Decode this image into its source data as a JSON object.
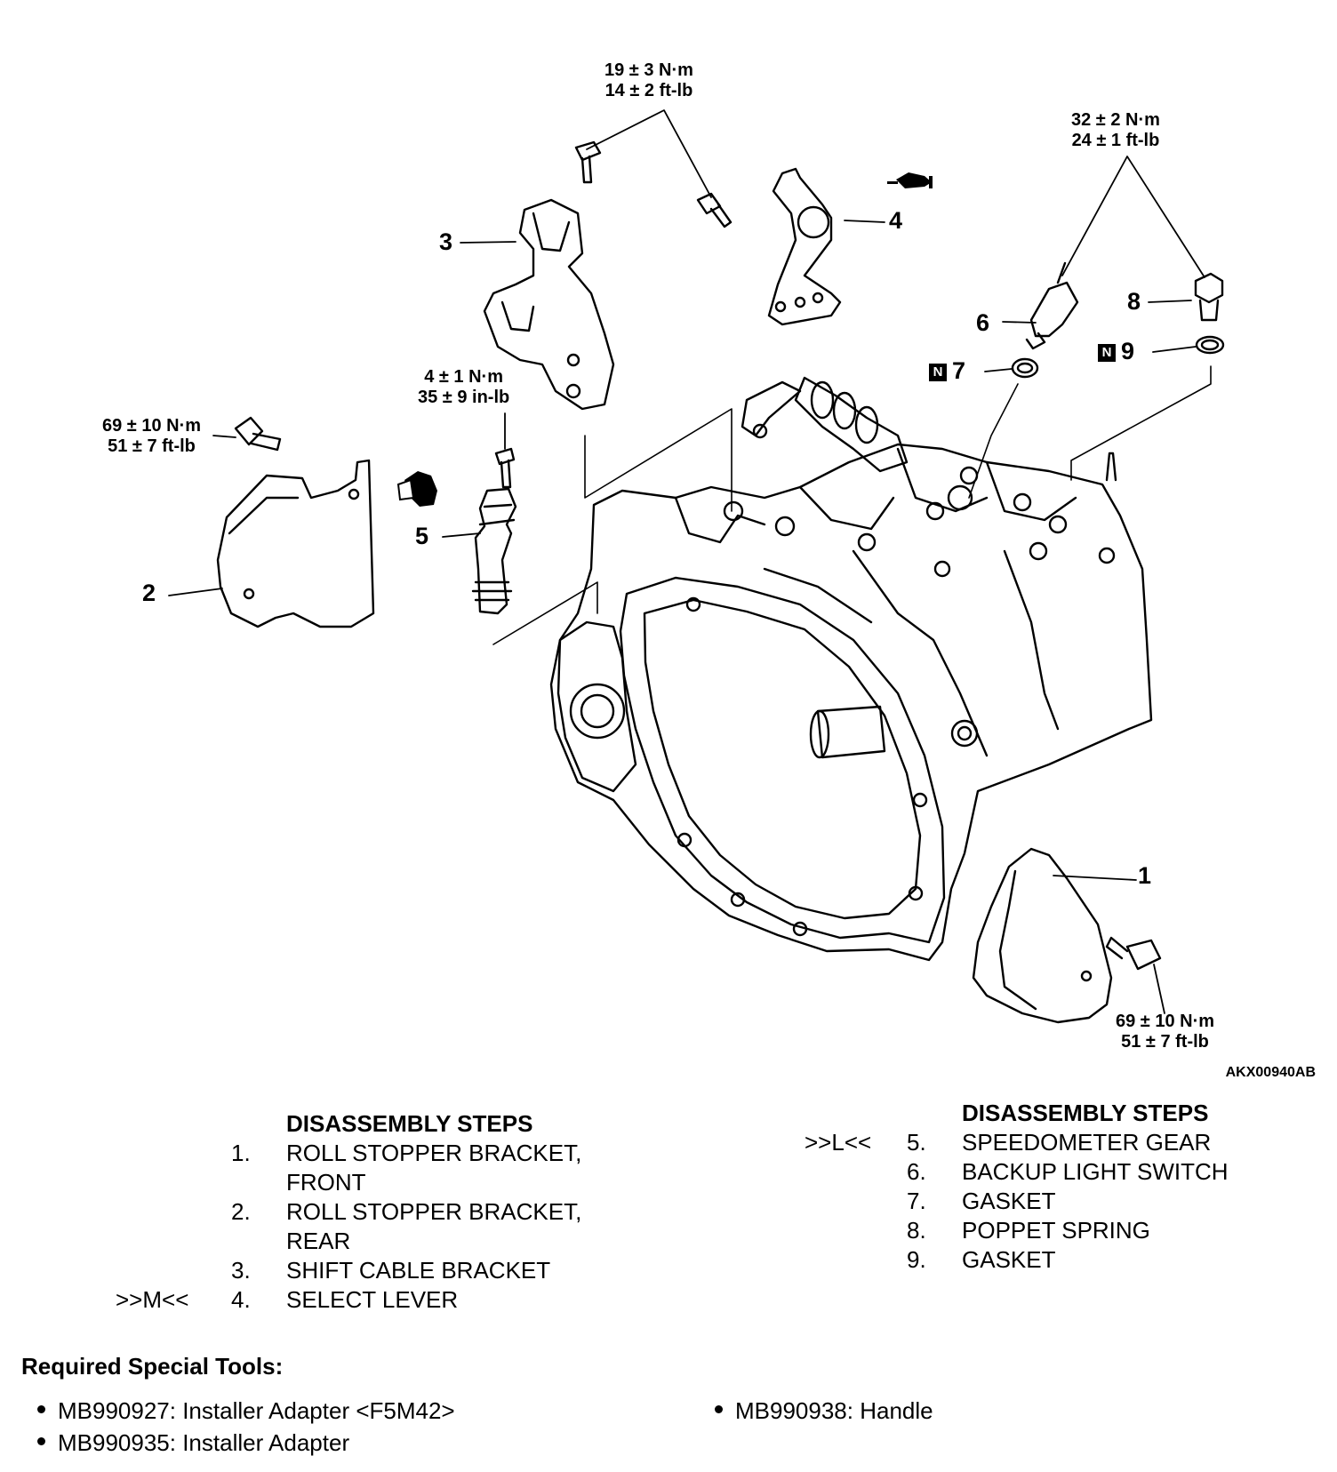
{
  "figure_id": "AKX00940AB",
  "torque_specs": {
    "top_bolts": [
      "19 ± 3 N·m",
      "14 ± 2 ft-lb"
    ],
    "backup_switch_plug": [
      "32 ± 2 N·m",
      "24 ± 1 ft-lb"
    ],
    "speedometer_bolt": [
      "4 ± 1 N·m",
      "35 ± 9 in-lb"
    ],
    "rear_bracket_bolt": [
      "69 ± 10 N·m",
      "51 ± 7 ft-lb"
    ],
    "front_bracket_bolt": [
      "69 ± 10 N·m",
      "51 ± 7 ft-lb"
    ]
  },
  "callouts": {
    "c1": "1",
    "c2": "2",
    "c3": "3",
    "c4": "4",
    "c5": "5",
    "c6": "6",
    "c7": "7",
    "c8": "8",
    "c9": "9",
    "n_badge": "N"
  },
  "steps_left": {
    "heading": "DISASSEMBLY STEPS",
    "items": [
      {
        "ref": "",
        "num": "1.",
        "text": "ROLL STOPPER BRACKET,"
      },
      {
        "ref": "",
        "num": "",
        "text": "FRONT"
      },
      {
        "ref": "",
        "num": "2.",
        "text": "ROLL STOPPER BRACKET,"
      },
      {
        "ref": "",
        "num": "",
        "text": "REAR"
      },
      {
        "ref": "",
        "num": "3.",
        "text": "SHIFT CABLE BRACKET"
      },
      {
        "ref": ">>M<<",
        "num": "4.",
        "text": "SELECT LEVER"
      }
    ]
  },
  "steps_right": {
    "heading": "DISASSEMBLY STEPS",
    "items": [
      {
        "ref": ">>L<<",
        "num": "5.",
        "text": "SPEEDOMETER GEAR"
      },
      {
        "ref": "",
        "num": "6.",
        "text": "BACKUP LIGHT SWITCH"
      },
      {
        "ref": "",
        "num": "7.",
        "text": "GASKET"
      },
      {
        "ref": "",
        "num": "8.",
        "text": "POPPET SPRING"
      },
      {
        "ref": "",
        "num": "9.",
        "text": "GASKET"
      }
    ]
  },
  "tools": {
    "title": "Required Special Tools:",
    "items": [
      "MB990927: Installer Adapter <F5M42>",
      "MB990935: Installer Adapter",
      "MB990938: Handle"
    ]
  },
  "icons": [
    "grease-icon",
    "sealant-icon",
    "n-nonreusable-badge"
  ]
}
